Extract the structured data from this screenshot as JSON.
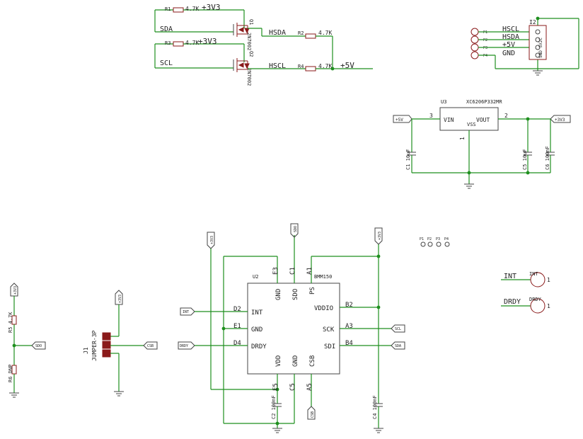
{
  "colors": {
    "wire": "#1f8f1f",
    "body": "#444444",
    "part": "#8a1a1a",
    "text": "#222222",
    "background": "#ffffff"
  },
  "level_shifter": {
    "r1": {
      "ref": "R1",
      "value": "4.7K"
    },
    "r3": {
      "ref": "R3",
      "value": "4.7K"
    },
    "r2": {
      "ref": "R2",
      "value": "4.7K"
    },
    "r4": {
      "ref": "R4",
      "value": "4.7K"
    },
    "q1": {
      "ref": "Q1",
      "part": "2N7002"
    },
    "q2": {
      "ref": "Q2",
      "part": "2N7002"
    },
    "net_3v3_top": "+3V3",
    "net_3v3_mid": "+3V3",
    "sda": "SDA",
    "scl": "SCL",
    "hsda": "HSDA",
    "hscl": "HSCL",
    "plus5v": "+5V"
  },
  "connector": {
    "ref": "I2",
    "pin_body_label": "SND SV2C",
    "pads": [
      "P1",
      "P2",
      "P3",
      "P4"
    ],
    "nets": [
      "HSCL",
      "HSDA",
      "+5V",
      "GND"
    ]
  },
  "regulator": {
    "ref": "U3",
    "part": "XC6206P332MR",
    "vin": "VIN",
    "vout": "VOUT",
    "vss": "VSS",
    "pin_vin": "3",
    "pin_vout": "2",
    "pin_vss": "1",
    "in_tag": "+5V",
    "out_tag": "+3V3",
    "c1": "C1 10uF",
    "c5": "C5 10uF",
    "c6": "C6 100nF"
  },
  "bmm150": {
    "ref": "U2",
    "part": "BMM150",
    "left_pins": [
      {
        "ball": "D2",
        "name": "INT"
      },
      {
        "ball": "E1",
        "name": "GND"
      },
      {
        "ball": "D4",
        "name": "DRDY"
      }
    ],
    "top_pins": [
      {
        "ball": "E3",
        "name": "GND"
      },
      {
        "ball": "C1",
        "name": "SDO"
      },
      {
        "ball": "A1",
        "name": "PS"
      }
    ],
    "right_pins": [
      {
        "ball": "B2",
        "name": "VDDIO"
      },
      {
        "ball": "A3",
        "name": "SCK"
      },
      {
        "ball": "B4",
        "name": "SDI"
      }
    ],
    "bottom_pins": [
      {
        "ball": "E5",
        "name": "VDD"
      },
      {
        "ball": "C5",
        "name": "GND"
      },
      {
        "ball": "A5",
        "name": "CSB"
      }
    ],
    "tags": {
      "int": "INT",
      "drdy": "DRDY",
      "sdo_top": "SDO",
      "v3_left": "+3V3",
      "v3_right": "+3V3",
      "scl": "SCL",
      "sda": "SDA",
      "csb": "CSB"
    },
    "c2": "C2 100nF",
    "c4": "C4 100nF"
  },
  "pads_row": [
    "P1",
    "P2",
    "P3",
    "P4"
  ],
  "testpoints": [
    {
      "net": "INT",
      "ref": "INT",
      "pad": "1"
    },
    {
      "net": "DRDY",
      "ref": "DRDY",
      "pad": "1"
    }
  ],
  "left_divider": {
    "r5": "R5 4.7K",
    "r6": "R6 DNP",
    "tag_top": "+3V3",
    "tag_out": "SDO"
  },
  "jumper": {
    "ref": "J1",
    "part": "JUMPER-3P",
    "tag_top": "+3V3",
    "tag_out": "CSB"
  }
}
